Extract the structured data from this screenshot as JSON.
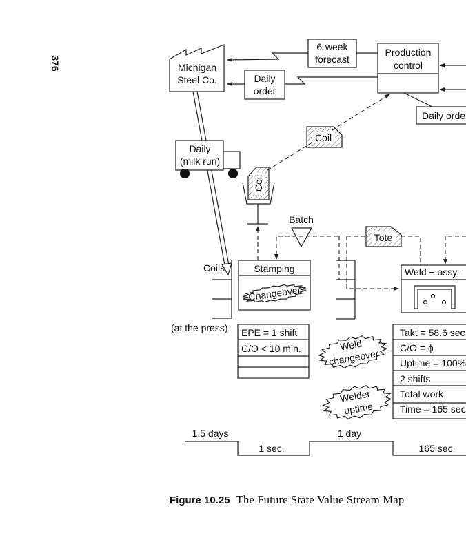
{
  "page_number": "376",
  "supplier": {
    "line1": "Michigan",
    "line2": "Steel Co."
  },
  "forecast": {
    "line1": "6-week",
    "line2": "forecast"
  },
  "production_control": {
    "line1": "Production",
    "line2": "control"
  },
  "daily_order_left": {
    "line1": "Daily",
    "line2": "order"
  },
  "daily_order_right": "Daily order",
  "truck": {
    "line1": "Daily",
    "line2": "(milk run)"
  },
  "coil_kanban": "Coil",
  "coil_kanban_vertical": "Coil",
  "batch_label": "Batch",
  "tote_kanban": "Tote",
  "coils_inventory": {
    "label": "Coils",
    "note": "(at the press)"
  },
  "stamping": {
    "title": "Stamping",
    "kaizen": "Changeover",
    "data": [
      "EPE = 1 shift",
      "C/O < 10 min.",
      "",
      ""
    ]
  },
  "weld": {
    "title": "Weld + assy.",
    "data": [
      "Takt = 58.6 sec.",
      "C/O = ϕ",
      "Uptime = 100%",
      "2 shifts",
      "Total work",
      "Time = 165 sec."
    ]
  },
  "kaizen_bursts": {
    "weld_changeover": {
      "line1": "Weld",
      "line2": "changeover"
    },
    "welder_uptime": {
      "line1": "Welder",
      "line2": "uptime"
    }
  },
  "timeline": {
    "lead_times": [
      "1.5 days",
      "1 day"
    ],
    "process_times": [
      "1 sec.",
      "165 sec."
    ]
  },
  "caption": {
    "label": "Figure 10.25",
    "title": "The Future State Value Stream Map"
  }
}
